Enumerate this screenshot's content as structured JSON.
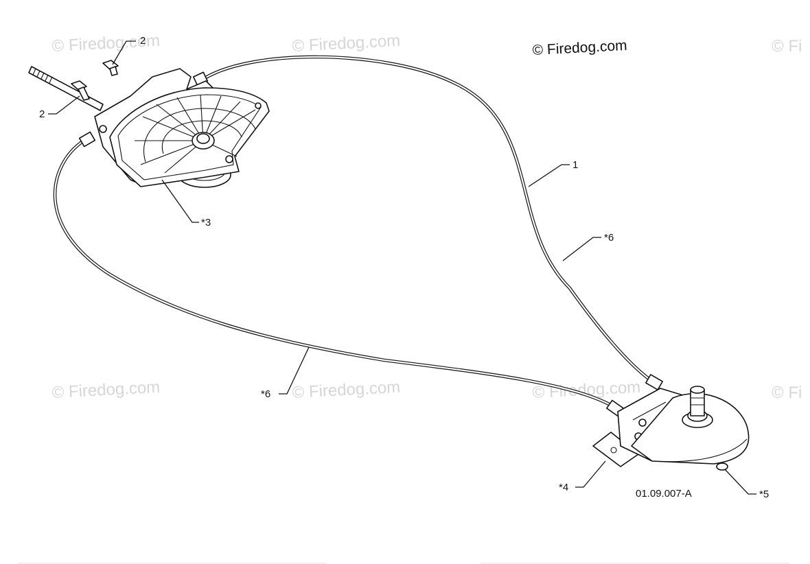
{
  "watermarks": [
    "© Firedog.com",
    "© Firedog.com",
    "© Firedog.com",
    "© Fi",
    "© Firedog.com",
    "© Firedog.com",
    "© Firedog.com",
    "© Fi"
  ],
  "callouts": {
    "bolt_top": "2",
    "bolt_left": "2",
    "cable": "1",
    "sheath_right": "*6",
    "sheath_left": "*6",
    "gear_assembly": "*3",
    "bracket": "*4",
    "spindle": "*5"
  },
  "diagram_code": "01.09.007-A"
}
